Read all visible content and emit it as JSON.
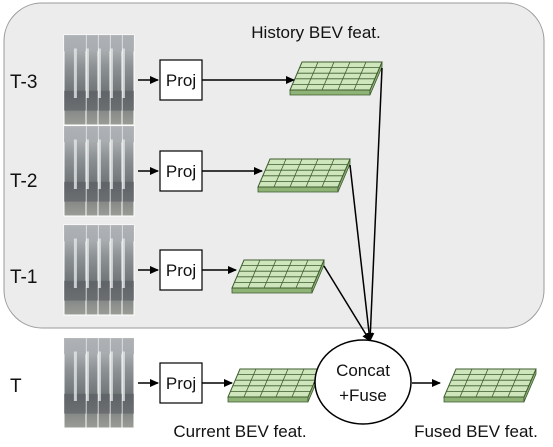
{
  "diagram": {
    "history_label": "History BEV feat.",
    "current_label": "Current BEV feat.",
    "fused_label": "Fused BEV feat.",
    "fusion_node": {
      "line1": "Concat",
      "line2": "+Fuse"
    },
    "rows": [
      {
        "time": "T-3",
        "proj": "Proj"
      },
      {
        "time": "T-2",
        "proj": "Proj"
      },
      {
        "time": "T-1",
        "proj": "Proj"
      },
      {
        "time": "T",
        "proj": "Proj"
      }
    ],
    "colors": {
      "history_panel": "#ececec",
      "grid_fill": "#cfe6bd",
      "grid_side": "#8fb277",
      "grid_line": "#3d5c2e",
      "image_dark": "#565a5e",
      "image_light": "#a9adb0"
    }
  }
}
